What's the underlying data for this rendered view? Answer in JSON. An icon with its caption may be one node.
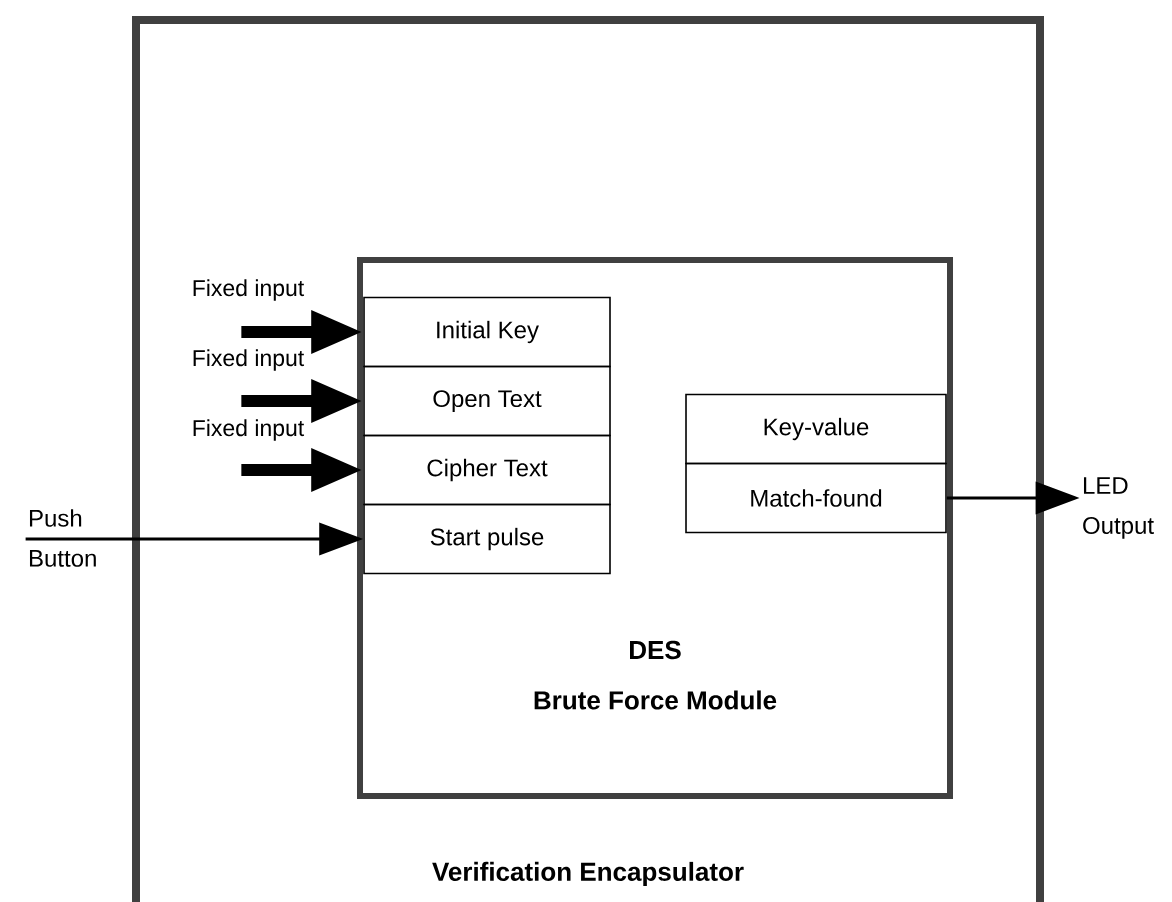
{
  "diagram": {
    "nodes": [
      {
        "text": [
          "Verification Encapsulator"
        ]
      },
      {
        "text": [
          "DES",
          "Brute Force Module"
        ],
        "in": 0
      },
      {
        "text": [
          "Initial Key"
        ],
        "in": 1
      },
      {
        "text": [
          "Open Text"
        ],
        "in": 1
      },
      {
        "text": [
          "Cipher Text"
        ],
        "in": 1
      },
      {
        "text": [
          "Start pulse"
        ],
        "in": 1
      },
      {
        "text": [
          "Key-value"
        ],
        "in": 1
      },
      {
        "text": [
          "Match-found"
        ],
        "in": 1
      },
      {
        "text": [
          "Fixed input"
        ],
        "in": 0
      },
      {
        "text": [
          "Fixed input"
        ],
        "in": 0
      },
      {
        "text": [
          "Fixed input"
        ],
        "in": 0
      },
      {
        "text": [
          "Push Button"
        ]
      },
      {
        "text": [
          "LED Output"
        ]
      }
    ],
    "edges": [
      {
        "from": 8,
        "to": 2,
        "arrow": "to"
      },
      {
        "from": 9,
        "to": 3,
        "arrow": "to"
      },
      {
        "from": 10,
        "to": 4,
        "arrow": "to"
      },
      {
        "from": 11,
        "to": 5,
        "arrow": "to"
      },
      {
        "from": 7,
        "to": 12,
        "arrow": "to"
      }
    ]
  }
}
